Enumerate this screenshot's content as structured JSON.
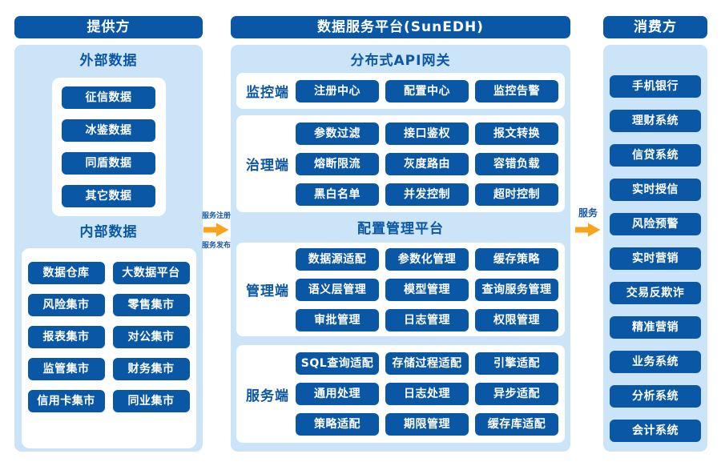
{
  "provider": {
    "header": "提供方",
    "external": {
      "title": "外部数据",
      "items": [
        "征信数据",
        "冰鉴数据",
        "同盾数据",
        "其它数据"
      ]
    },
    "internal": {
      "title": "内部数据",
      "items": [
        "数据仓库",
        "大数据平台",
        "风险集市",
        "零售集市",
        "报表集市",
        "对公集市",
        "监管集市",
        "财务集市",
        "信用卡集市",
        "同业集市"
      ]
    }
  },
  "platform": {
    "header": "数据服务平台(SunEDH)",
    "gateway": {
      "title": "分布式API网关",
      "rows": [
        {
          "label": "监控端",
          "items": [
            "注册中心",
            "配置中心",
            "监控告警"
          ]
        },
        {
          "label": "治理端",
          "items": [
            "参数过滤",
            "接口鉴权",
            "报文转换",
            "熔断限流",
            "灰度路由",
            "容错负载",
            "黑白名单",
            "并发控制",
            "超时控制"
          ]
        }
      ]
    },
    "config": {
      "title": "配置管理平台",
      "rows": [
        {
          "label": "管理端",
          "items": [
            "数据源适配",
            "参数化管理",
            "缓存策略",
            "语义层管理",
            "模型管理",
            "查询服务管理",
            "审批管理",
            "日志管理",
            "权限管理"
          ]
        },
        {
          "label": "服务端",
          "items": [
            "SQL查询适配",
            "存储过程适配",
            "引擎适配",
            "通用处理",
            "日志处理",
            "异步适配",
            "策略适配",
            "期限管理",
            "缓存库适配"
          ]
        }
      ]
    }
  },
  "consumer": {
    "header": "消费方",
    "items": [
      "手机银行",
      "理财系统",
      "信贷系统",
      "实时授信",
      "风险预警",
      "实时营销",
      "交易反欺诈",
      "精准营销",
      "业务系统",
      "分析系统",
      "会计系统"
    ]
  },
  "arrows": {
    "register": "服务注册",
    "publish": "服务发布",
    "service": "服务"
  },
  "colors": {
    "dark_blue": "#0A57A6",
    "panel_blue": "#CBE4F8",
    "title_blue": "#0B57A5",
    "arrow_orange": "#F9A41D",
    "white": "#FFFFFF"
  }
}
